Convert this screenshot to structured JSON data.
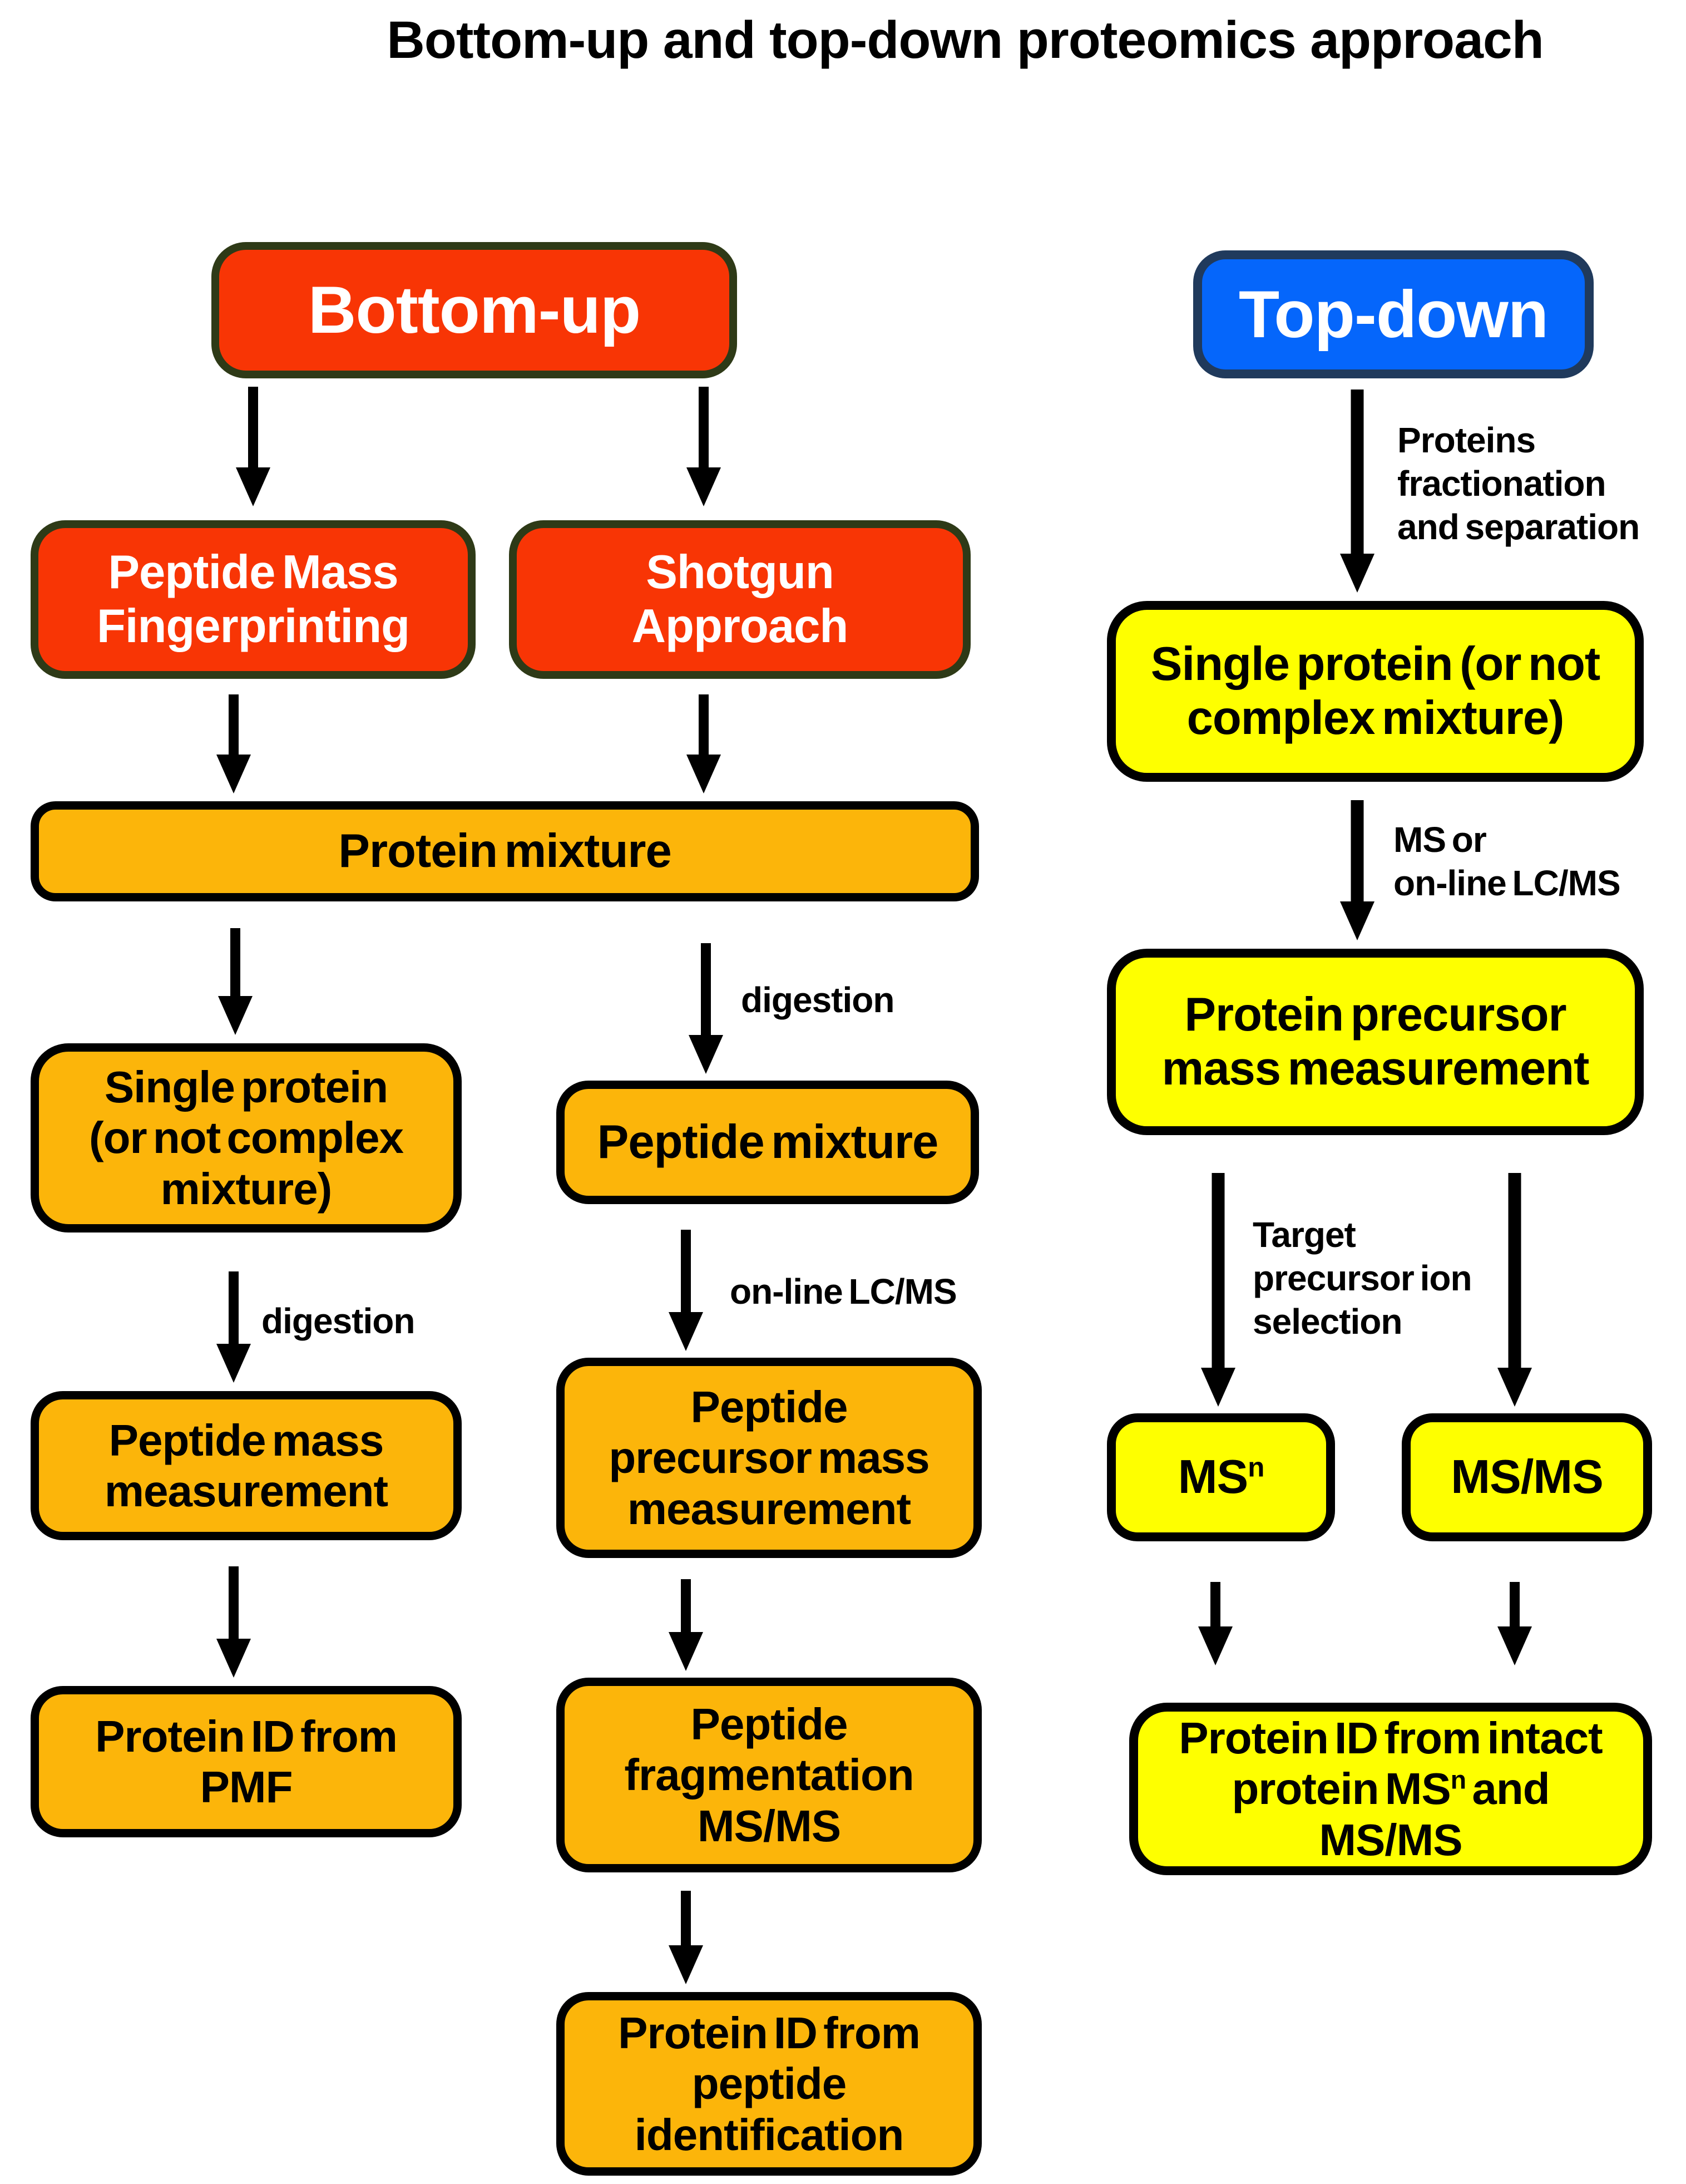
{
  "title": "Bottom-up and top-down proteomics approach",
  "colors": {
    "red": "#f83505",
    "red_border": "#2e3a17",
    "blue": "#0566fb",
    "blue_border": "#203a5c",
    "orange": "#fcb50a",
    "yellow": "#feff00",
    "outline": "#000000"
  },
  "branches": {
    "bottom_up": {
      "header": "Bottom-up",
      "pmf": [
        "Peptide Mass",
        "Fingerprinting"
      ],
      "shotgun": [
        "Shotgun",
        "Approach"
      ],
      "protein_mixture": "Protein mixture",
      "single_protein": [
        "Single protein",
        "(or not complex",
        "mixture)"
      ],
      "peptide_mixture": "Peptide mixture",
      "peptide_mass_measurement": [
        "Peptide mass",
        "measurement"
      ],
      "protein_id_pmf": [
        "Protein ID from",
        "PMF"
      ],
      "peptide_precursor": [
        "Peptide",
        "precursor mass",
        "measurement"
      ],
      "peptide_fragmentation": [
        "Peptide",
        "fragmentation",
        "MS/MS"
      ],
      "protein_id_peptide": [
        "Protein ID from",
        "peptide",
        "identification"
      ],
      "labels": {
        "digestion_mid": "digestion",
        "digestion_left": "digestion",
        "online_lcms": "on-line LC/MS"
      }
    },
    "top_down": {
      "header": "Top-down",
      "single_protein": [
        "Single protein (or not",
        "complex mixture)"
      ],
      "protein_precursor": [
        "Protein precursor",
        "mass measurement"
      ],
      "msn": {
        "base": "MS",
        "sup": "n"
      },
      "msms": "MS/MS",
      "protein_id_intact": {
        "line1": "Protein ID from intact",
        "line2_pre": "protein MS",
        "line2_sup": "n",
        "line2_post": " and",
        "line3": "MS/MS"
      },
      "labels": {
        "fractionation": [
          "Proteins",
          "fractionation",
          "and separation"
        ],
        "ms_or_lcms": [
          "MS or",
          "on-line LC/MS"
        ],
        "target": [
          "Target",
          "precursor ion",
          "selection"
        ]
      }
    }
  }
}
